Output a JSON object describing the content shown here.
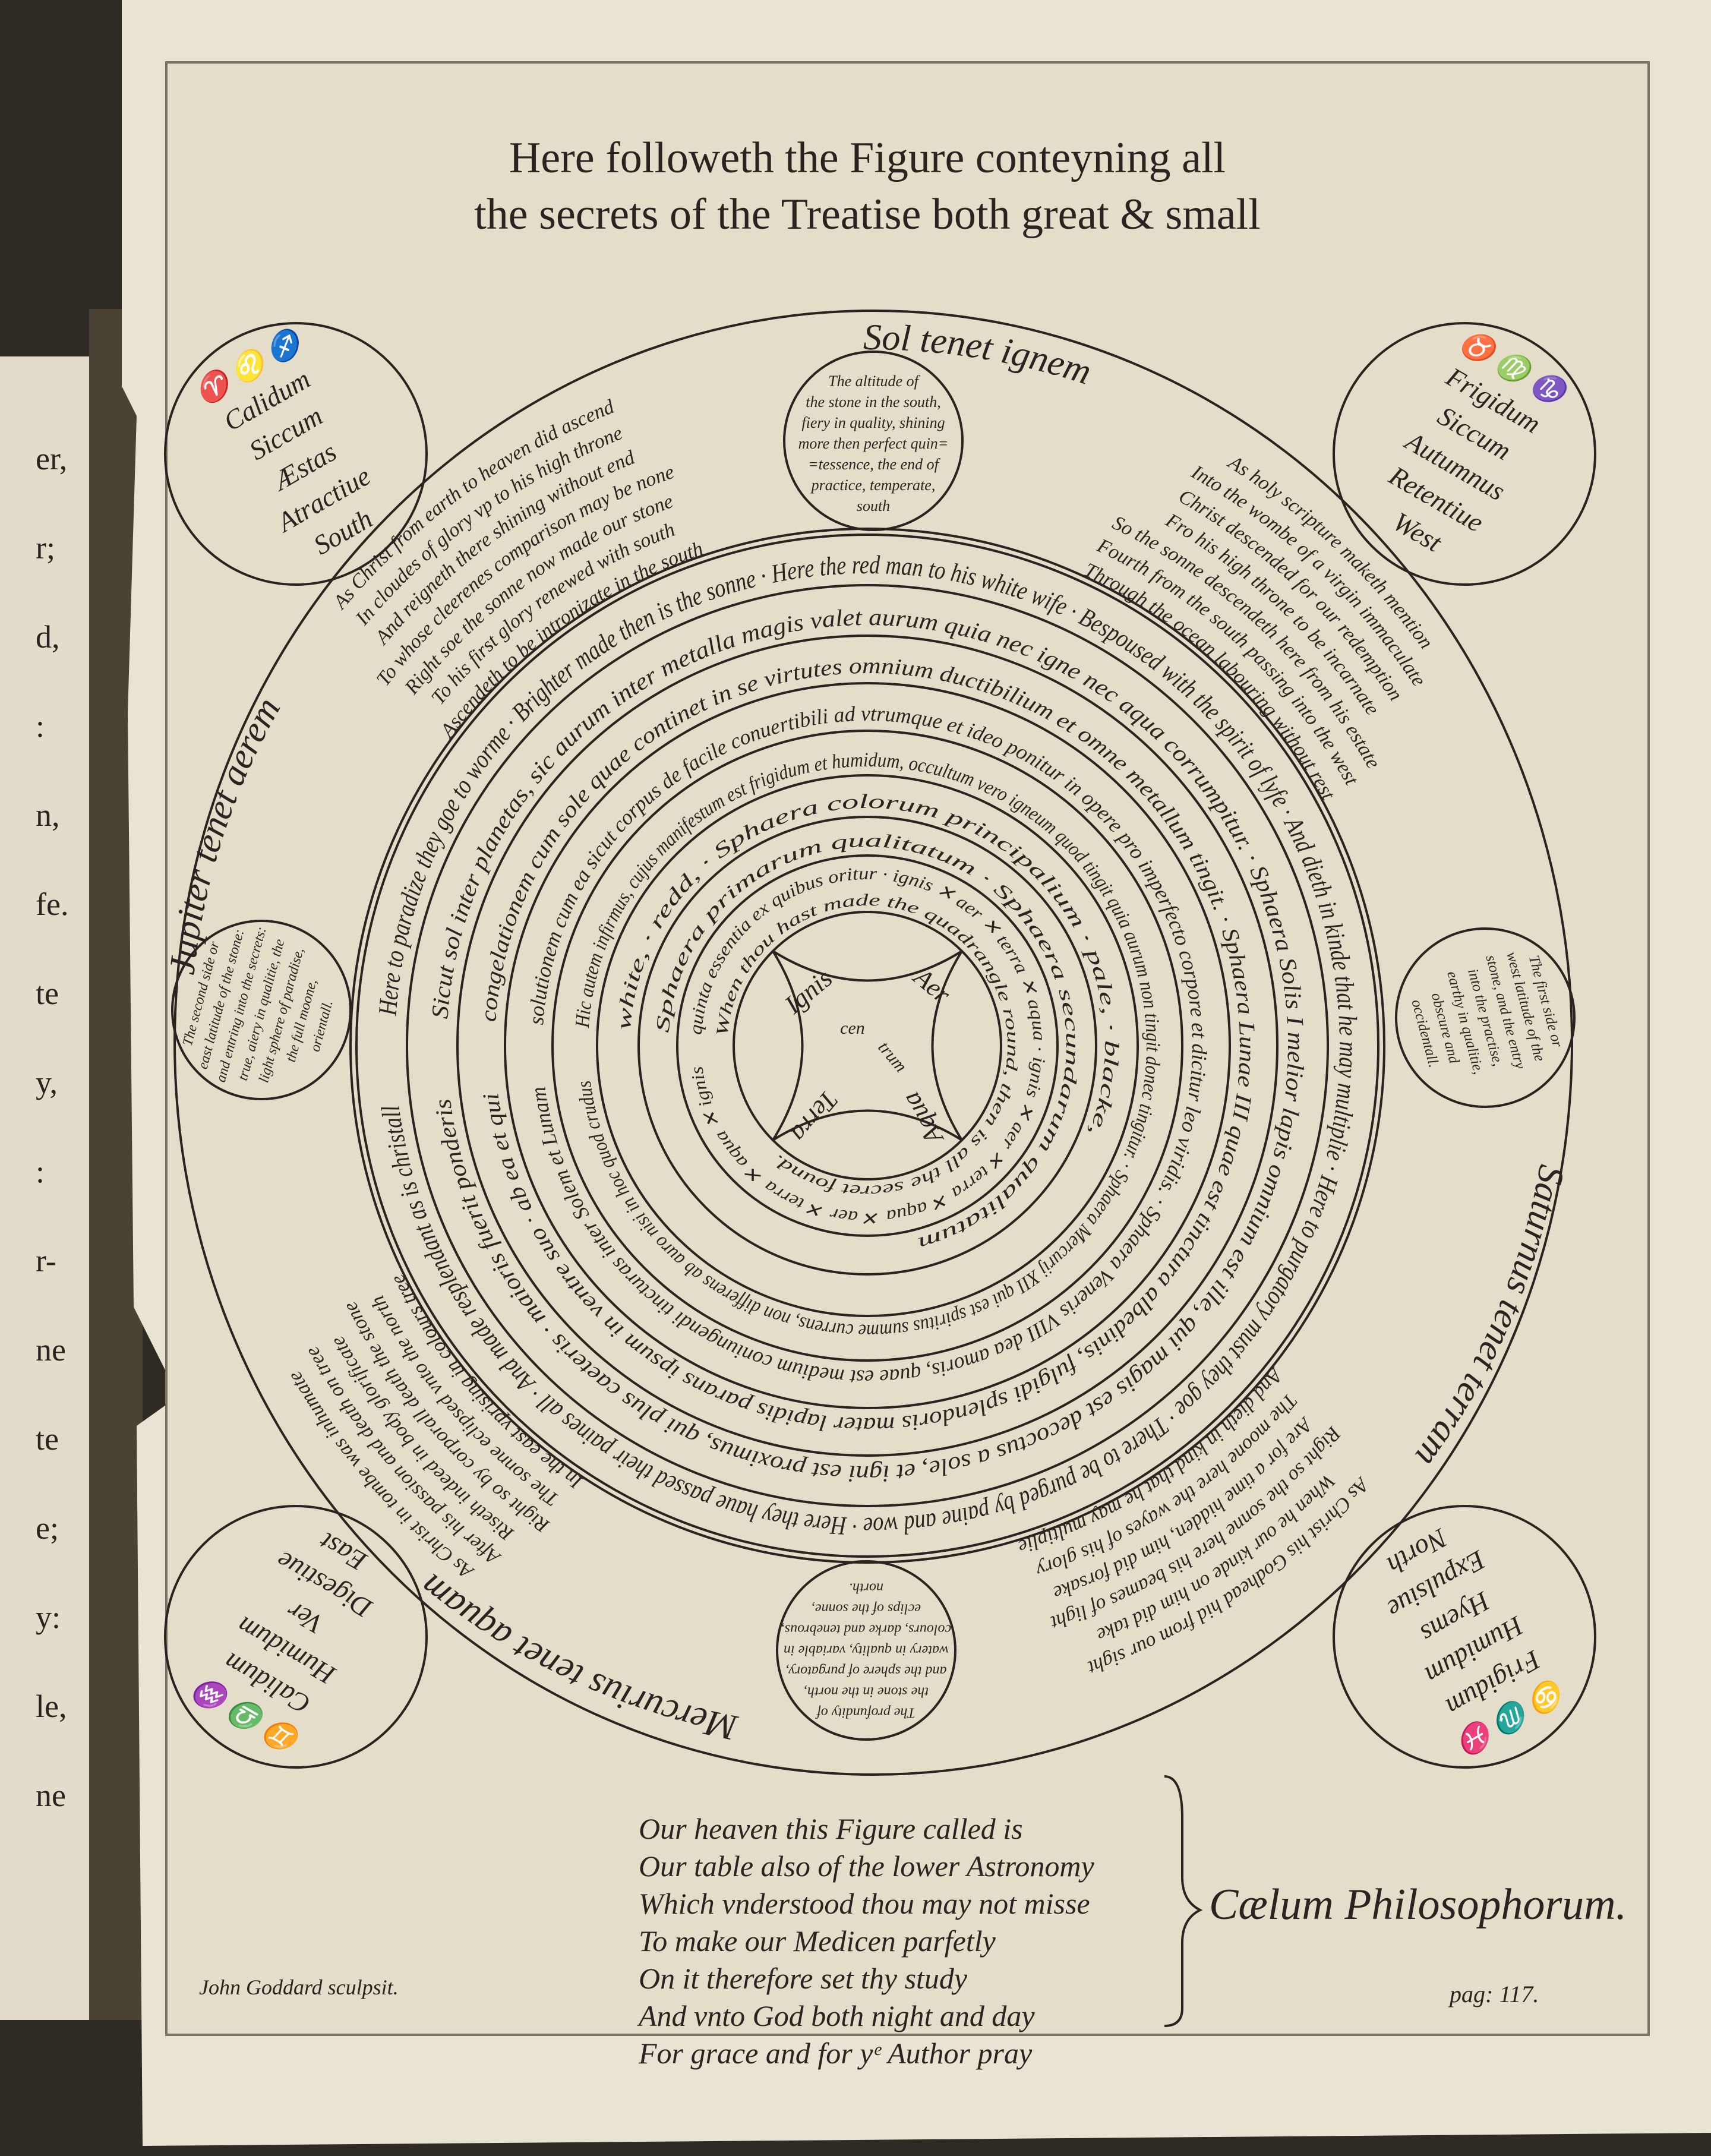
{
  "title": {
    "line1": "Here followeth the Figure conteyning all",
    "line2": "the secrets of the Treatise both great & small"
  },
  "quadrant_labels": {
    "jupiter": "Jupiter tenet aerem",
    "sol": "Sol tenet ignem",
    "saturnus": "Saturnus tenet terram",
    "mercurius": "Mercurius tenet aquam"
  },
  "verses": {
    "top_left": [
      "As Christ from earth to heaven did ascend",
      "In cloudes of glory vp to his high throne",
      "And reigneth there shining without end",
      "To whose cleerenes comparison may be none",
      "Right soe the sonne now made our stone",
      "To his first glory renewed with south",
      "Ascendeth to be intronizate in the south"
    ],
    "top_right": [
      "As holy scripture maketh mention",
      "Into the wombe of a virgin immaculate",
      "Christ descended for our redemption",
      "Fro his high throne to be incarnate",
      "So the sonne descendeth here from his estate",
      "Fourth from the south passing into the west",
      "Through the ocean labouring without rest"
    ],
    "bottom_right": [
      "As Christ his Godhead hid from our sight",
      "When he our kinde on him did take",
      "Right so the sonne here his beames of light",
      "Are for a time hidden, him did forsake",
      "The moone here the wayes of his glory",
      "And dieth in kind that he may multiplie"
    ],
    "bottom_left": [
      "As Christ in tombe was inhumate",
      "After his passion and death on tree",
      "Riseth indeed in body glorificate",
      "Right so by corporall death the stone",
      "The sonne eclipsed vnto the north",
      "In the east vprising in colours tree"
    ]
  },
  "rings": [
    "Here to paradize they goe to worme · Brighter made then is the sonne · Here the red man to his white wife · Bespoused with the spirit of lyfe · And dieth in kinde that he may multiplie · Here to purgatory must they goe · There to be purged by paine and woe · Here they haue passed their paines all · And made resplendant as is christall",
    "Sicut sol inter planetas, sic aurum inter metalla magis valet aurum quia nec igne nec aqua corrumpitur. · Sphaera Solis I melior lapis omnium est ille, qui magis est decoctus a sole, et igni est proximus, qui plus caeteris · maioris fuerit ponderis",
    "congelationem cum sole quae continet in se virtutes omnium ductibilium et omne metallum tingit. · Sphaera Lunae III quae est tinctura albedinis, fulgidi splendoris mater lapidis parans ipsum in ventre suo · ab ea et qui",
    "solutionem cum ea sicut corpus de facile conuertibili ad vtrumque et ideo ponitur in opere pro imperfecto corpore et dicitur leo viridis. · Sphaera Veneris VIII dea amoris, quae est medium coniungendi tincturas inter Solem et Lunam",
    "Hic autem infirmus, cujus manifestum est frigidum et humidum, occultum vero igneum quod tingit quia aurum non tingit donec tingitur. · Sphaera Mercurij XII qui est spiritus summe currens, non differens ab auro nisi in hoc quod crudus",
    "white, · redd, · Sphaera colorum principalium · pale, · blacke,",
    "Sphaera primarum qualitatum · Sphaera secundarum qualitatum",
    "When thou hast made the quadrangle round, then is all the secret found."
  ],
  "elements_ring": "quinta essentia ex quibus oritur · ignis ✕ aer ✕ terra ✕ aqua · ignis ✕ aer ✕ terra ✕ aqua ✕ aer ✕ terra ✕ aqua ✕ ignis",
  "center": {
    "ignis": "Ignis",
    "aer": "Aer",
    "aqua": "Aqua",
    "terra": "Terra",
    "cen": "cen",
    "trum": "trum"
  },
  "corner_circles": {
    "top_left": [
      "♈ ♌ ♐",
      "Calidum",
      "Siccum",
      "Æstas",
      "Atractiue",
      "South"
    ],
    "top_right": [
      "♉ ♍ ♑",
      "Frigidum",
      "Siccum",
      "Autumnus",
      "Retentiue",
      "West"
    ],
    "bottom_right": [
      "♋ ♏ ♓",
      "Frigidum",
      "Humidum",
      "Hyems",
      "Expulsiue",
      "North"
    ],
    "bottom_left": [
      "♊ ♎ ♒",
      "Calidum",
      "Humidum",
      "Ver",
      "Digestiue",
      "East"
    ]
  },
  "side_circles": {
    "top": [
      "The altitude of",
      "the stone in the south,",
      "fiery in quality, shining",
      "more then perfect quin=",
      "=tessence, the end of",
      "practice, temperate,",
      "south"
    ],
    "right": [
      "The first side or",
      "west latitude of the",
      "stone, and the entry",
      "into the practise,",
      "earthy in qualitie,",
      "obscure and",
      "occidentall."
    ],
    "left": [
      "The second side or",
      "east latitude of the stone:",
      "and entring into the secrets:",
      "true, aiery in qualitie, the",
      "light sphere of paradise,",
      "the full moone,",
      "orientall."
    ],
    "bottom": [
      "The profundity of",
      "the stone in the north,",
      "and the sphere of purgatory,",
      "watery in quality, variable in",
      "colours, darke and tenebrous,",
      "eclips of the sonne,",
      "north."
    ]
  },
  "poem": [
    "Our heaven this Figure called is",
    "Our table also of the lower Astronomy",
    "Which vnderstood thou may not misse",
    "To make our Medicen parfetly",
    "On it therefore set thy study",
    "And vnto God both night and day",
    "For grace and for yᵉ Author pray"
  ],
  "motto": "Cælum Philosophorum.",
  "engraver": "John Goddard sculpsit.",
  "page_number": "pag: 117.",
  "left_page_fragments": [
    "er,",
    "r;",
    "d,",
    ":",
    "n,",
    "fe.",
    "te",
    "y,",
    ":",
    "r-",
    "ne",
    "te",
    "e;",
    "y:",
    "le,",
    "ne"
  ]
}
